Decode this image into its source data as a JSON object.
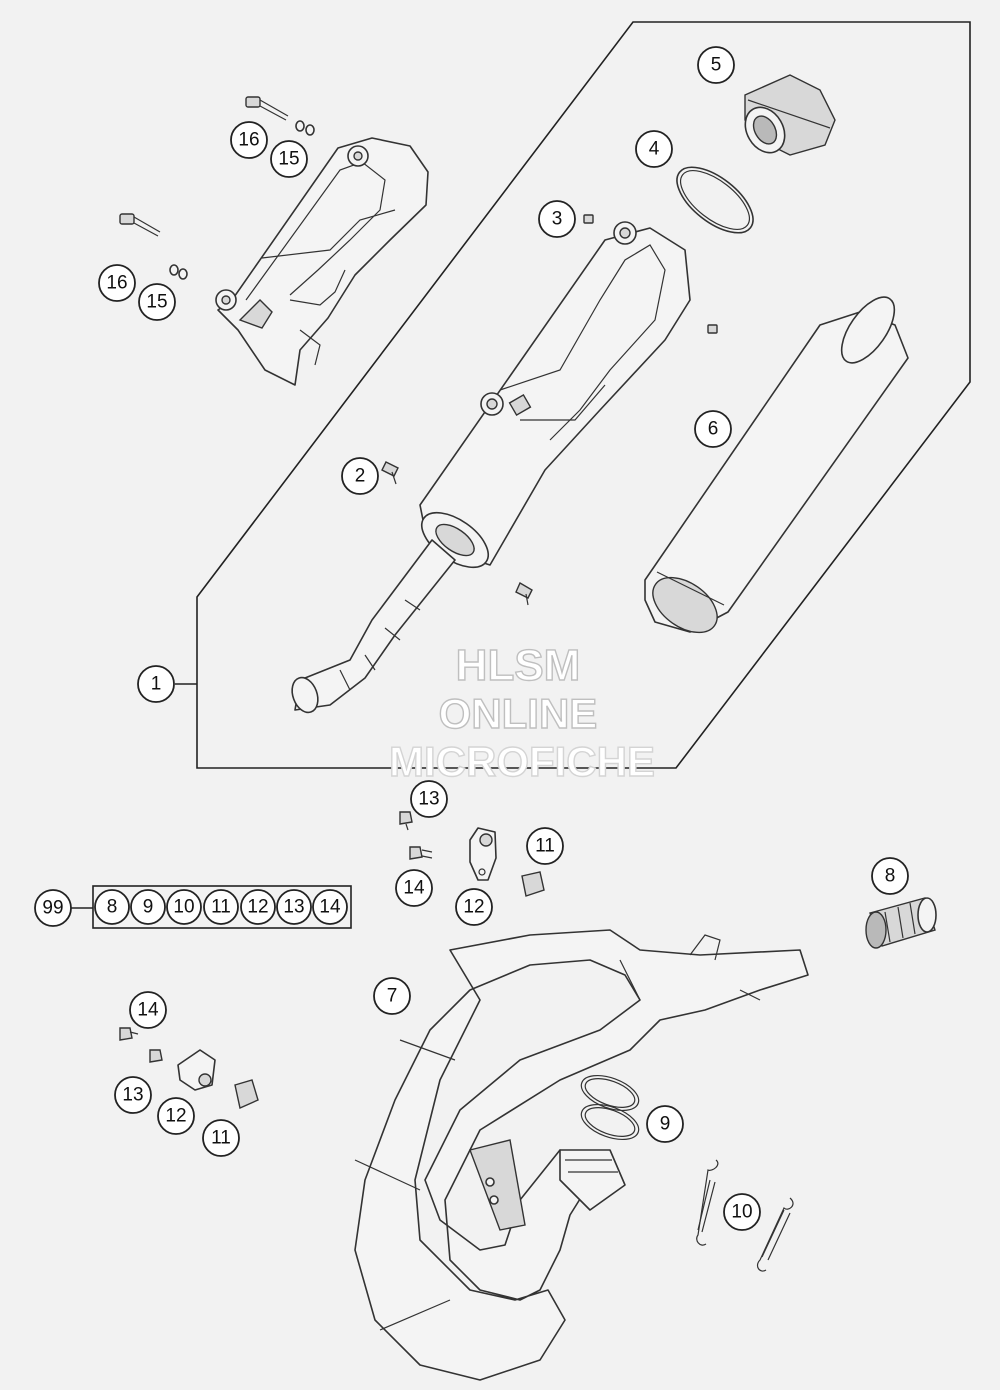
{
  "callouts": {
    "c1": "1",
    "c2": "2",
    "c3": "3",
    "c4": "4",
    "c5": "5",
    "c6": "6",
    "c7": "7",
    "c8": "8",
    "c9": "9",
    "c10": "10",
    "c11a": "11",
    "c11b": "11",
    "c12a": "12",
    "c12b": "12",
    "c13a": "13",
    "c13b": "13",
    "c14a": "14",
    "c14b": "14",
    "c15a": "15",
    "c15b": "15",
    "c16a": "16",
    "c16b": "16"
  },
  "kit": {
    "label": "99",
    "items": [
      "8",
      "9",
      "10",
      "11",
      "12",
      "13",
      "14"
    ]
  },
  "watermark": {
    "line1": "HLSM",
    "line2": "ONLINE",
    "line3": "MICROFICHE"
  }
}
